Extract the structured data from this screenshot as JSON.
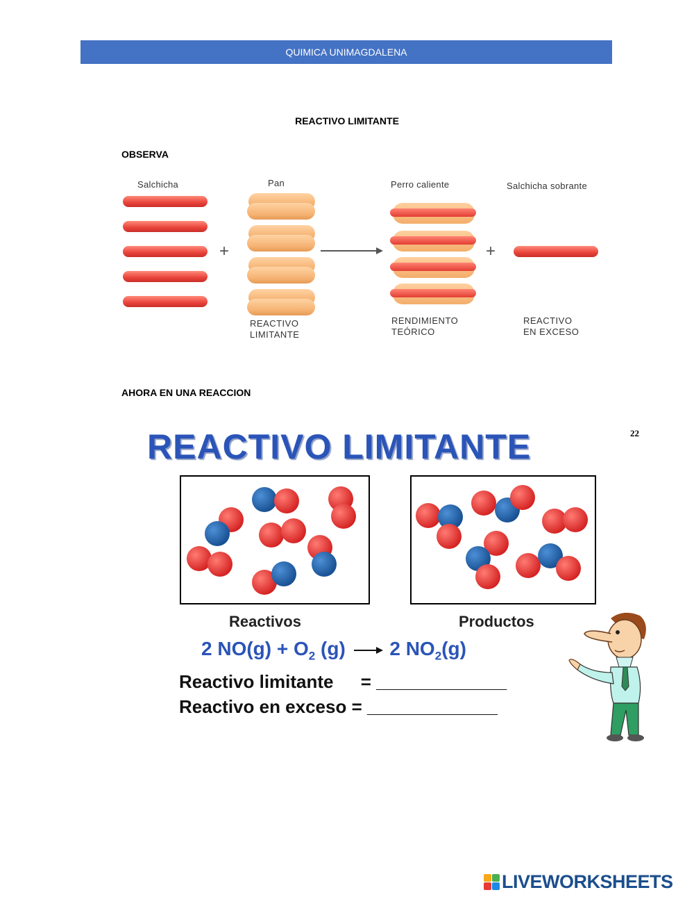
{
  "header": {
    "title": "QUIMICA UNIMAGDALENA"
  },
  "section": {
    "title": "REACTIVO LIMITANTE",
    "observe_label": "OBSERVA",
    "reaction_label": "AHORA EN UNA REACCION"
  },
  "hotdog_figure": {
    "labels": {
      "sausage": "Salchicha",
      "bread": "Pan",
      "hotdog": "Perro caliente",
      "leftover": "Salchicha sobrante"
    },
    "captions": {
      "limiting": [
        "REACTIVO",
        "LIMITANTE"
      ],
      "theoretical": [
        "RENDIMIENTO",
        "TEÓRICO"
      ],
      "excess": [
        "REACTIVO",
        "EN EXCESO"
      ]
    },
    "operators": {
      "plus": "+"
    }
  },
  "reaction_figure": {
    "title": "REACTIVO LIMITANTE",
    "page_number": "22",
    "reactants_label": "Reactivos",
    "products_label": "Productos",
    "equation": {
      "coef1": "2 NO(g) + O",
      "sub1": "2",
      "state1": " (g)",
      "coef2": "2 NO",
      "sub2": "2",
      "state2": "(g)"
    },
    "limiting_line": "Reactivo limitante",
    "excess_line": "Reactivo en exceso",
    "equals": "=",
    "blank": "_____________"
  },
  "colors": {
    "header": "#4472c4",
    "oxygen": "#e02a2a",
    "nitrogen": "#1f5fa8",
    "title_blue": "#2a54b8"
  },
  "watermark": {
    "text": "LIVEWORKSHEETS",
    "icon": "liveworksheets-logo-icon"
  }
}
